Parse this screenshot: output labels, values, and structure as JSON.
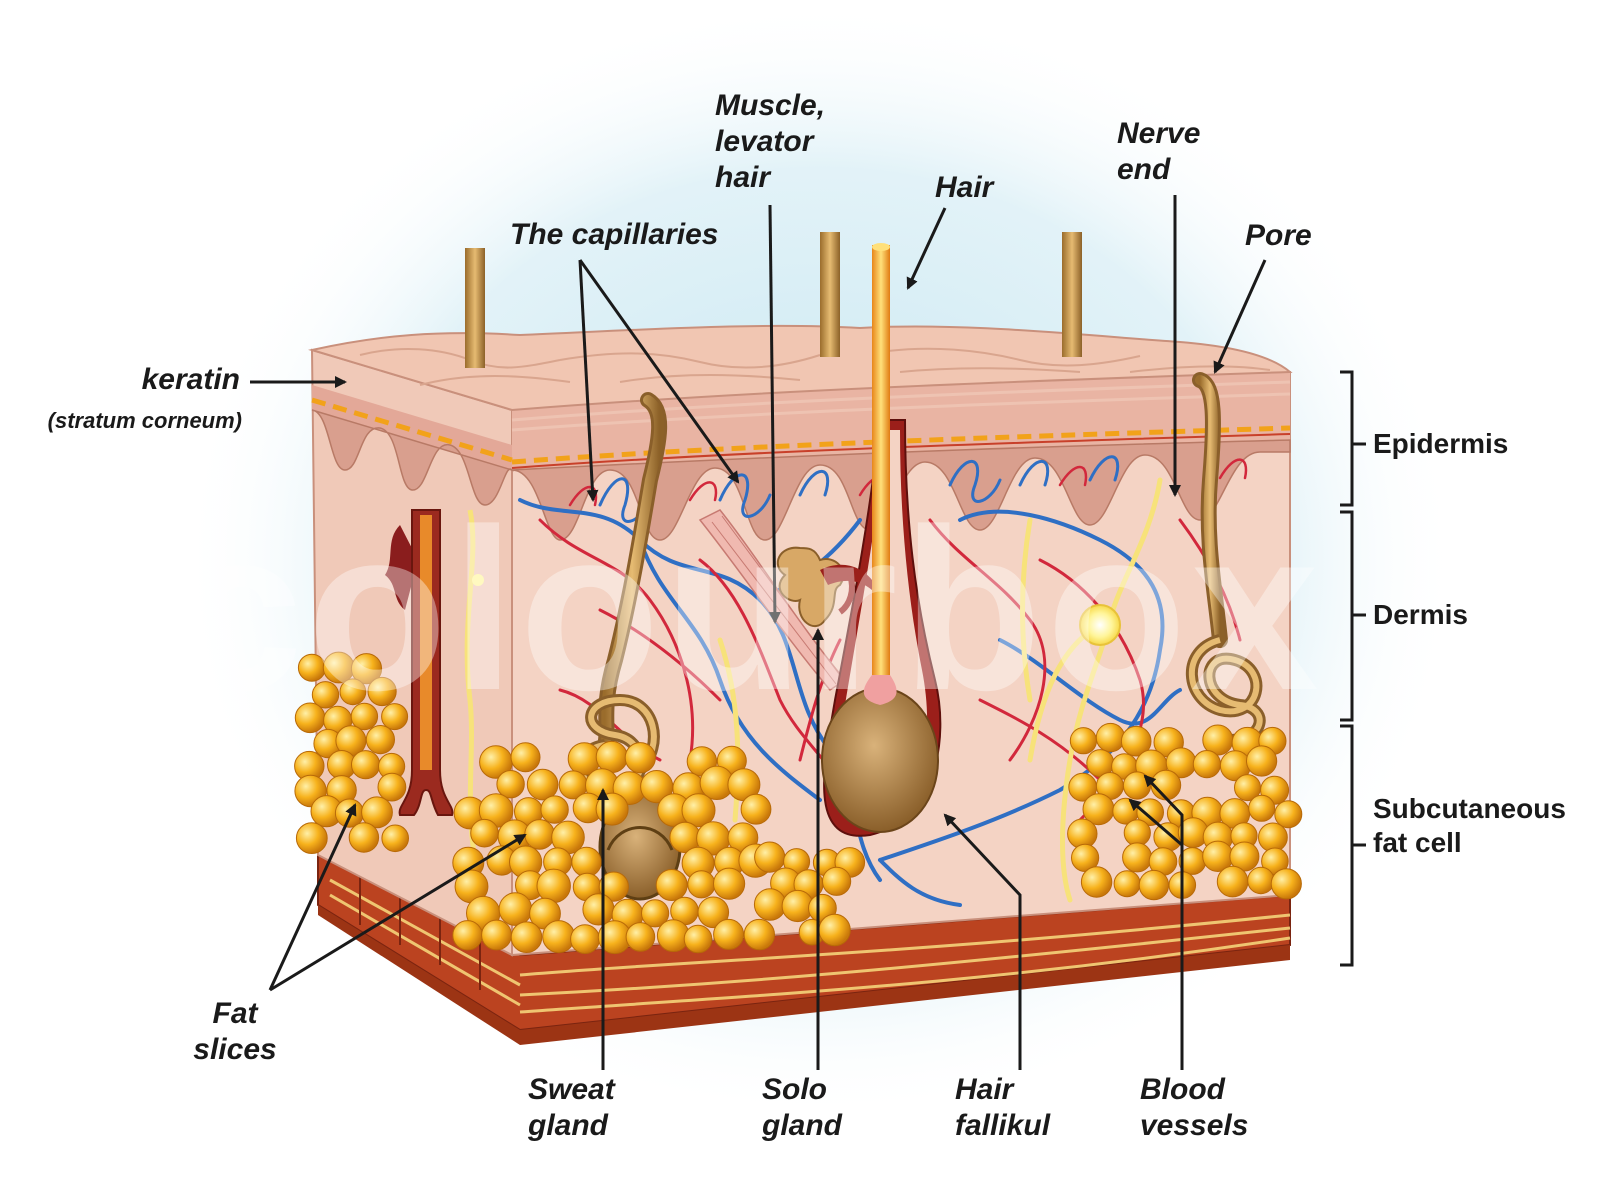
{
  "labels": {
    "muscle": "Muscle,\nlevator\nhair",
    "nerve_end": "Nerve\nend",
    "hair": "Hair",
    "capillaries": "The capillaries",
    "pore": "Pore",
    "keratin": "keratin",
    "stratum": "(stratum corneum)",
    "fat_slices": "Fat\nslices",
    "sweat_gland": "Sweat\ngland",
    "solo_gland": "Solo\ngland",
    "hair_follicle": "Hair\nfallikul",
    "blood_vessels": "Blood\nvessels"
  },
  "layers": {
    "epidermis": "Epidermis",
    "dermis": "Dermis",
    "subcutaneous": "Subcutaneous\nfat cell"
  },
  "watermark": "colourbox",
  "colors": {
    "skin": "#f2cfc0",
    "skin_dark": "#e6b3a2",
    "fat": "#f7b21c",
    "artery": "#d2283c",
    "vein": "#2f6fc4",
    "hair": "#c99a55",
    "muscle_layer": "#b8401e",
    "halo": "#bfe3ef"
  }
}
